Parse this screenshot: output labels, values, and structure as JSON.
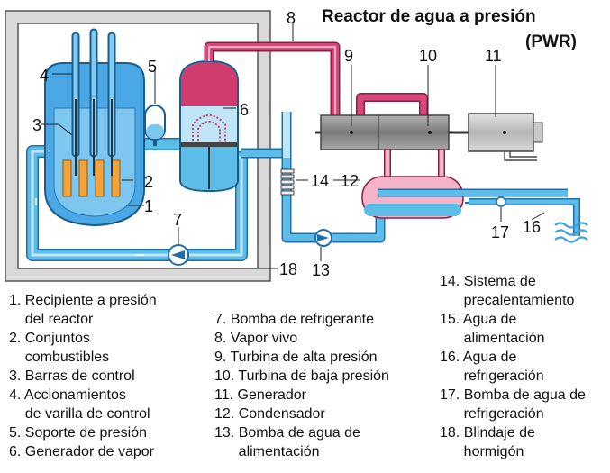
{
  "title": {
    "line1": "Reactor de agua a presión",
    "line2": "(PWR)"
  },
  "numbers": {
    "n1": "1",
    "n2": "2",
    "n3": "3",
    "n4": "4",
    "n5": "5",
    "n6": "6",
    "n7": "7",
    "n8": "8",
    "n9": "9",
    "n10": "10",
    "n11": "11",
    "n12": "12",
    "n13": "13",
    "n14": "14",
    "n16": "16",
    "n17": "17",
    "n18": "18"
  },
  "legend": {
    "col1": [
      "1. Recipiente a presión",
      "    del reactor",
      "2. Conjuntos",
      "    combustibles",
      "3. Barras de control",
      "4. Accionamientos",
      "    de varilla de control",
      "5. Soporte de presión",
      "6. Generador de vapor"
    ],
    "col2": [
      "7. Bomba de refrigerante",
      "8. Vapor vivo",
      "9. Turbina de alta presión",
      "10. Turbina de baja presión",
      "11. Generador",
      "12. Condensador",
      "13. Bomba de agua de",
      "      alimentación"
    ],
    "col3": [
      "14. Sistema de",
      "      precalentamiento",
      "15. Agua de",
      "      alimentación",
      "16. Agua de",
      "      refrigeración",
      "17. Bomba de agua de",
      "      refrigeración",
      "18. Blindaje de",
      "      hormigón"
    ]
  },
  "colors": {
    "water": "#5bbde8",
    "water_light": "#bfe6f7",
    "steam": "#d13c6e",
    "steam_light": "#f3b3c8",
    "vessel": "#3aa0e0",
    "fuel": "#f0a030",
    "turbine": "#8c8c8c",
    "concrete": "#dcdcdc"
  }
}
